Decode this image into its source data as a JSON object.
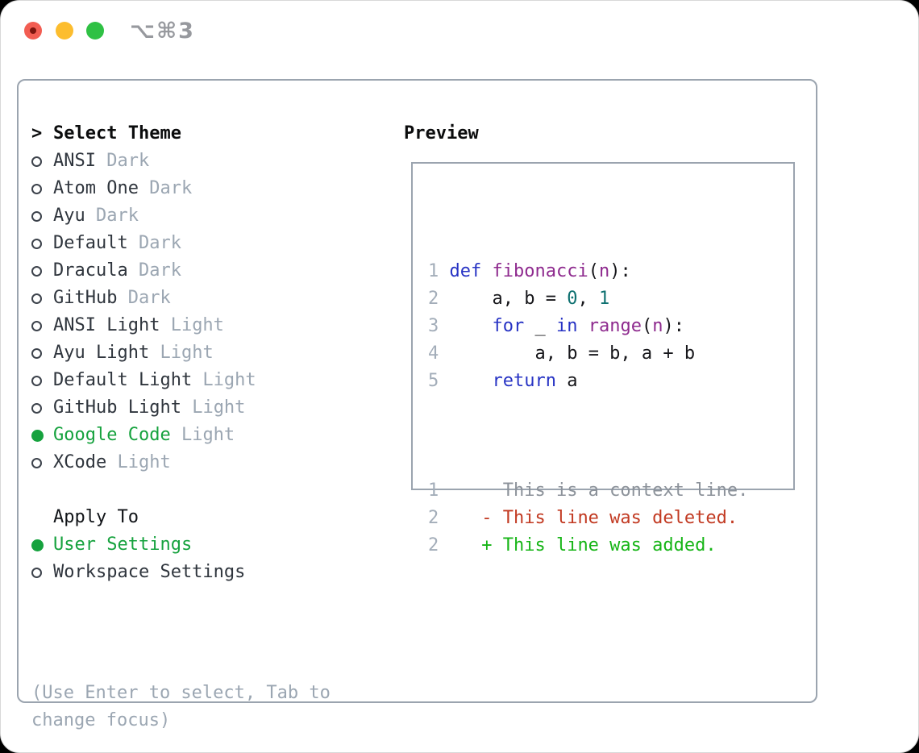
{
  "window": {
    "title_shortcut": "⌥⌘3",
    "traffic_lights": [
      "close",
      "minimize",
      "zoom"
    ]
  },
  "theme_panel": {
    "header": {
      "cursor": ">",
      "label": "Select Theme"
    },
    "themes": [
      {
        "name": "ANSI",
        "variant": "Dark",
        "selected": false
      },
      {
        "name": "Atom One",
        "variant": "Dark",
        "selected": false
      },
      {
        "name": "Ayu",
        "variant": "Dark",
        "selected": false
      },
      {
        "name": "Default",
        "variant": "Dark",
        "selected": false
      },
      {
        "name": "Dracula",
        "variant": "Dark",
        "selected": false
      },
      {
        "name": "GitHub",
        "variant": "Dark",
        "selected": false
      },
      {
        "name": "ANSI Light",
        "variant": "Light",
        "selected": false
      },
      {
        "name": "Ayu Light",
        "variant": "Light",
        "selected": false
      },
      {
        "name": "Default Light",
        "variant": "Light",
        "selected": false
      },
      {
        "name": "GitHub Light",
        "variant": "Light",
        "selected": false
      },
      {
        "name": "Google Code",
        "variant": "Light",
        "selected": true
      },
      {
        "name": "XCode",
        "variant": "Light",
        "selected": false
      }
    ],
    "apply_to": {
      "label": "Apply To",
      "options": [
        {
          "label": "User Settings",
          "selected": true
        },
        {
          "label": "Workspace Settings",
          "selected": false
        }
      ]
    },
    "hint": "(Use Enter to select, Tab to change focus)"
  },
  "preview": {
    "label": "Preview",
    "code_lines": [
      {
        "num": "1",
        "segments": [
          {
            "t": " ",
            "c": "pl"
          },
          {
            "t": "def",
            "c": "kw"
          },
          {
            "t": " ",
            "c": "pl"
          },
          {
            "t": "fibonacci",
            "c": "fn"
          },
          {
            "t": "(",
            "c": "pl"
          },
          {
            "t": "n",
            "c": "fn"
          },
          {
            "t": "):",
            "c": "pl"
          }
        ]
      },
      {
        "num": "2",
        "segments": [
          {
            "t": "     ",
            "c": "pl"
          },
          {
            "t": "a",
            "c": "pl"
          },
          {
            "t": ", ",
            "c": "pl"
          },
          {
            "t": "b",
            "c": "pl"
          },
          {
            "t": " = ",
            "c": "pl"
          },
          {
            "t": "0",
            "c": "lit"
          },
          {
            "t": ", ",
            "c": "pl"
          },
          {
            "t": "1",
            "c": "lit"
          }
        ]
      },
      {
        "num": "3",
        "segments": [
          {
            "t": "     ",
            "c": "pl"
          },
          {
            "t": "for",
            "c": "kw"
          },
          {
            "t": " _ ",
            "c": "pl"
          },
          {
            "t": "in",
            "c": "kw"
          },
          {
            "t": " ",
            "c": "pl"
          },
          {
            "t": "range",
            "c": "fn"
          },
          {
            "t": "(",
            "c": "pl"
          },
          {
            "t": "n",
            "c": "fn"
          },
          {
            "t": "):",
            "c": "pl"
          }
        ]
      },
      {
        "num": "4",
        "segments": [
          {
            "t": "         ",
            "c": "pl"
          },
          {
            "t": "a, b = b, a + b",
            "c": "pl"
          }
        ]
      },
      {
        "num": "5",
        "segments": [
          {
            "t": "     ",
            "c": "pl"
          },
          {
            "t": "return",
            "c": "kw"
          },
          {
            "t": " a",
            "c": "pl"
          }
        ]
      }
    ],
    "diff_lines": [
      {
        "num": "1",
        "segments": [
          {
            "t": "      This is a context line.",
            "c": "ctx"
          }
        ]
      },
      {
        "num": "2",
        "segments": [
          {
            "t": "    ",
            "c": "pl"
          },
          {
            "t": "- This line was deleted.",
            "c": "del"
          }
        ]
      },
      {
        "num": "2",
        "segments": [
          {
            "t": "    ",
            "c": "pl"
          },
          {
            "t": "+ This line was added.",
            "c": "add"
          }
        ]
      }
    ]
  },
  "colors": {
    "accent": "#16a23e",
    "border": "#9ba4af",
    "muted": "#9ba6b2",
    "item-dark": "#2f353d",
    "title-gray": "#97999e",
    "tl-red": "#f25d52",
    "tl-red-dot": "#7e150e",
    "tl-yellow": "#fcbd2e",
    "tl-green": "#2fc144",
    "syntax": {
      "kw": "#2733c4",
      "fn": "#8e2a8e",
      "lit": "#0e7070",
      "plain": "#16161a",
      "ln": "#a3adb9",
      "ctx": "#8c929a",
      "del": "#c23a22",
      "add": "#17b517"
    }
  }
}
